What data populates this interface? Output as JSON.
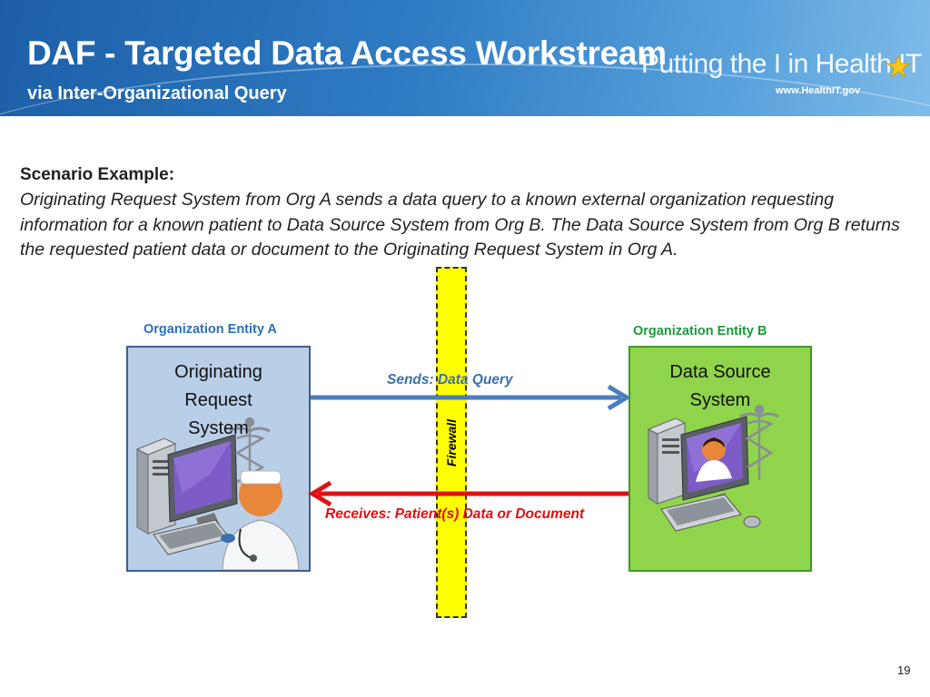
{
  "slide": {
    "title": "DAF - Targeted Data Access Workstream",
    "subtitle": "via Inter-Organizational Query",
    "page_number": "19"
  },
  "logo": {
    "tagline": "Putting the I in Health IT",
    "url": "www.HealthIT.gov"
  },
  "scenario": {
    "heading": "Scenario Example:",
    "text": "Originating Request System from Org A sends a data query to a known external organization requesting information for a known patient to Data Source System from Org B. The Data Source System from Org B returns the requested patient data or document to the Originating Request System in Org A."
  },
  "diagram": {
    "firewall_label": "Firewall",
    "entity_a": {
      "label": "Organization Entity A",
      "system_lines": [
        "Originating",
        "Request",
        "System"
      ]
    },
    "entity_b": {
      "label": "Organization Entity B",
      "system_lines": [
        "Data Source",
        "System"
      ]
    },
    "send_label": "Sends: Data Query",
    "receive_label": "Receives: Patient(s) Data or Document"
  },
  "colors": {
    "header_blue": "#2f7cc4",
    "entity_a_fill": "#b9cfe8",
    "entity_b_fill": "#8fd44a",
    "firewall_fill": "#ffff00",
    "send_arrow": "#4a7ebd",
    "receive_arrow": "#e01010"
  }
}
